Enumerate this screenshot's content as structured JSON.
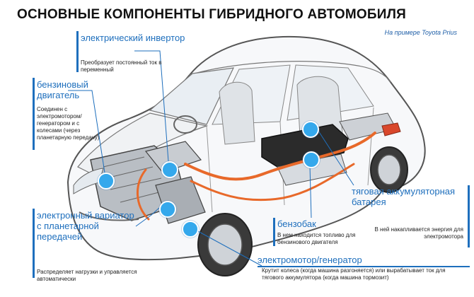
{
  "header": {
    "title": "ОСНОВНЫЕ КОМПОНЕНТЫ ГИБРИДНОГО АВТОМОБИЛЯ",
    "subtitle": "На примере Toyota Prius"
  },
  "components": {
    "inverter": {
      "label": "электрический инвертор",
      "description": "Преобразует постоянный ток в переменный"
    },
    "engine": {
      "label": "бензиновый двигатель",
      "description": "Соединен с электромотором/ генератором и с колесами (через планетарную передачу)"
    },
    "cvt": {
      "label": "электронный вариатор с планетарной передачей",
      "description": "Распределяет нагрузки и управляется автоматически"
    },
    "fuel_tank": {
      "label": "бензобак",
      "description": "В нем находится топливо для бензинового двигателя"
    },
    "battery": {
      "label": "тяговая аккумуляторная батарея",
      "description": "В ней накапливается энергия для электромотора"
    },
    "motor_generator": {
      "label": "электромотор/генератор",
      "description": "Крутит колеса (когда машина разгоняется) или вырабатывает ток для тягового аккумулятора (когда машина тормозит)"
    }
  },
  "colors": {
    "label_blue": "#1e6fbd",
    "marker_blue": "#34a8ec",
    "cable_orange": "#e8692a",
    "battery_dark": "#2b2b2b"
  }
}
